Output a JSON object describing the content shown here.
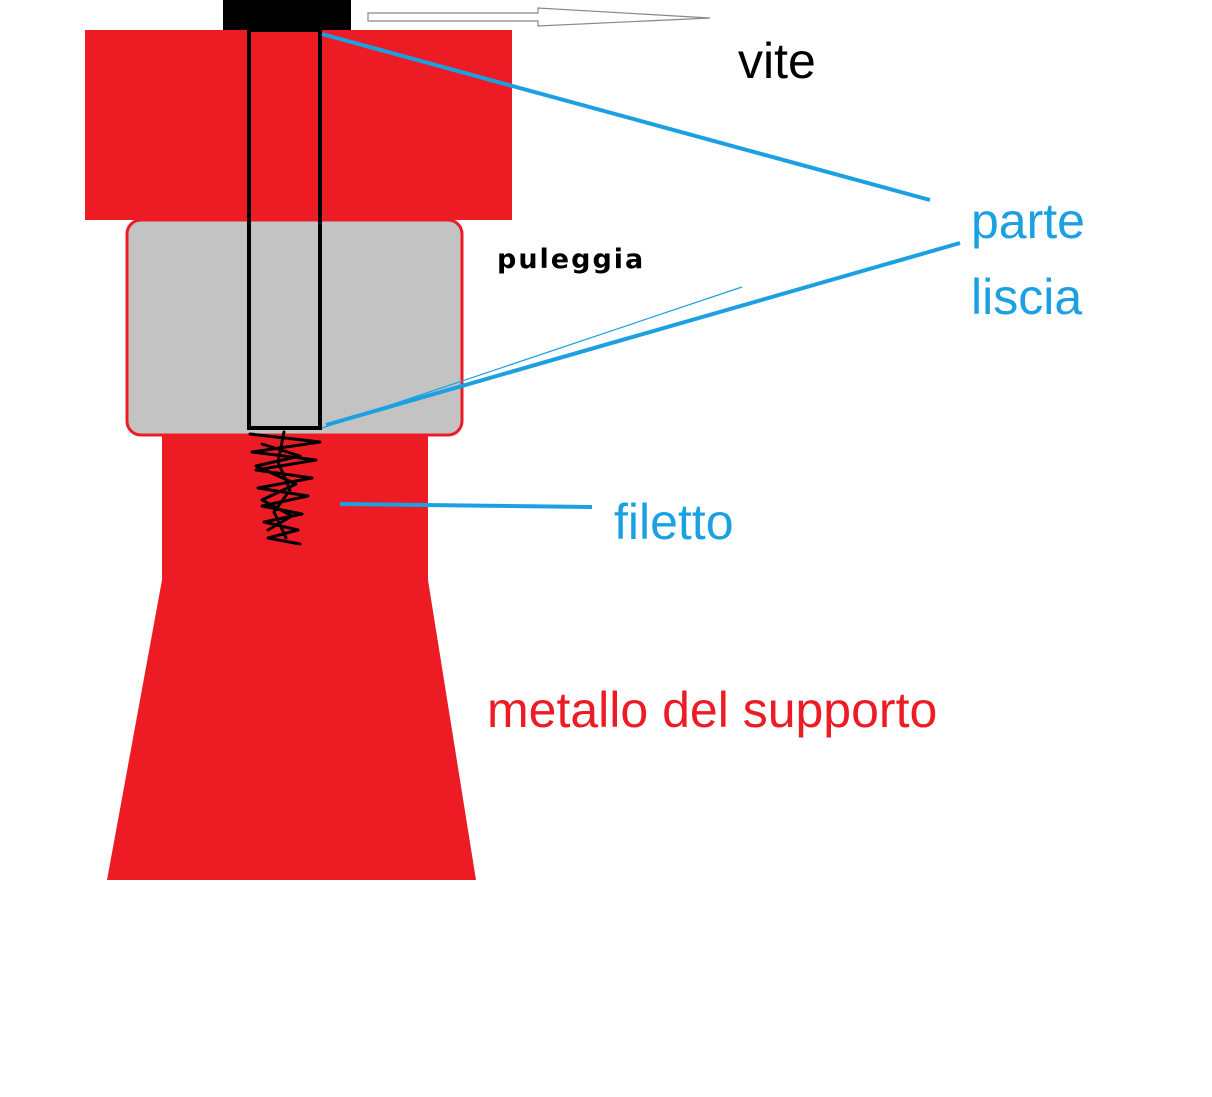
{
  "labels": {
    "screw": "vite",
    "pulley": "puleggia",
    "smooth_part_line1": "parte",
    "smooth_part_line2": "liscia",
    "thread": "filetto",
    "support_metal": "metallo del supporto"
  },
  "colors": {
    "support": "#ed1c24",
    "pulley": "#c3c3c3",
    "leader": "#1ba1e2",
    "screw": "#000000",
    "background": "#ffffff"
  }
}
